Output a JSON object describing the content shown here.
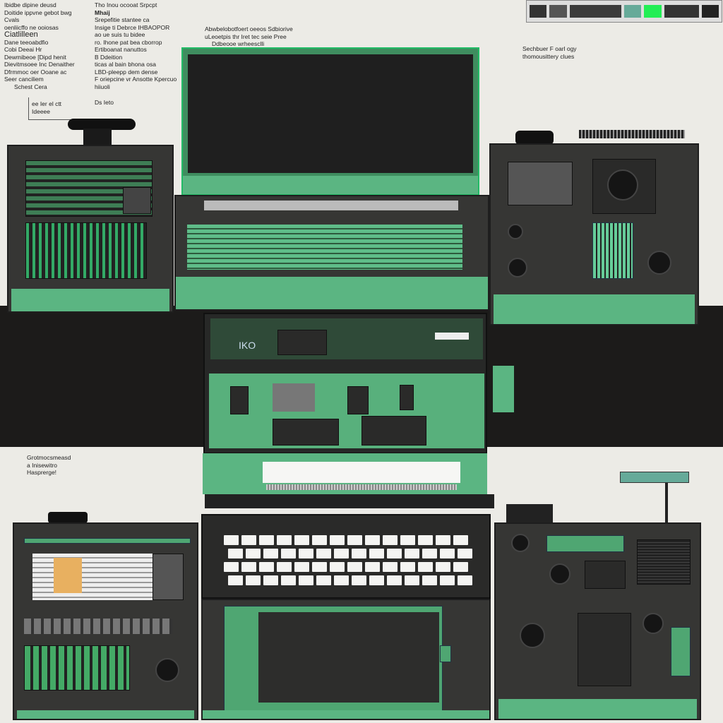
{
  "annotations": {
    "top_left": [
      "Ibidbe dipine deusd",
      "Doitide ippvne gebot bwg",
      "Cvals",
      "oenliicffo ne ooiosas",
      "Ciatlilleen",
      "Dane teeoabdfio",
      "Cobi Deeai Hr",
      "Dewmibeoe [Dipd henit",
      "Dievitmsoee Inc Denaither",
      "Dfrmmoc oer Ooane ac",
      "Seer canciliem",
      "Schest Cera"
    ],
    "top_left_col2": [
      "Tho Inou ocooat Srpcpt",
      "Mhaij",
      "Srepefitie stantee ca",
      "Insige ti Debrce IHBAOPOR",
      "ao ue suis tu bidee",
      "ro. Ihone pat bea cborrop",
      "Ertiboanat nanuttos",
      "B Ddeition",
      "ticas al bain bhona osa",
      "LBD-pleepp dem dense",
      "F oriepcine vr Ansotte Kpercuo",
      "hiiuoli"
    ],
    "top_left_box": [
      "ee Ier el ctt",
      "Ideeee",
      "Ds Ieto"
    ],
    "top_center": [
      "Abwbelobotfoert oeeos Sdbiorive",
      "uLeoetpis thr Iret tec seie Pree",
      "Ddbeooe wrheesclli"
    ],
    "top_right": [
      "Sechbuer F oarl ogy",
      "thomousittery clues"
    ],
    "mid_left": [
      "Grotmocsmeasd",
      "a Inisewitro",
      "Hasprerge!"
    ],
    "board_label": "IKO"
  },
  "colors": {
    "accent_green": "#5bb582",
    "dark_panel": "#363634",
    "background": "#ecebe6",
    "band": "#1c1b1a"
  }
}
